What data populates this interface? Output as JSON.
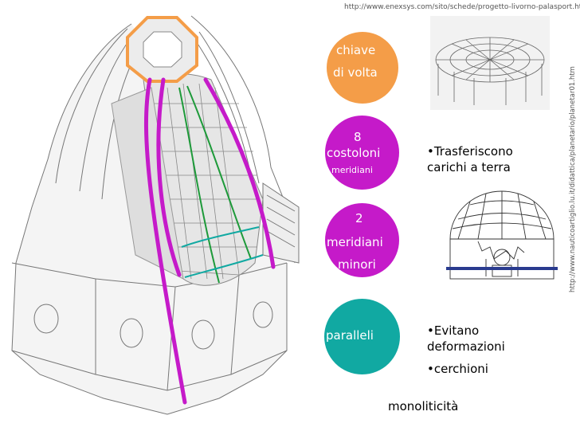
{
  "source_urls": {
    "top": "http://www.enexsys.com/sito/schede/progetto-livorno-palasport.htm",
    "side": "http://www.nauticoartiglio.lu.it/didattica/planetario/planetar01.htm"
  },
  "circles": {
    "chiave": {
      "line1": "chiave",
      "line2": "di volta",
      "color": "#f49d48"
    },
    "costoloni": {
      "line1": "8",
      "line2": "costoloni",
      "line3": "meridiani",
      "color": "#c51ac9"
    },
    "meridiani": {
      "line1": "2",
      "line2": "meridiani",
      "line3": "minori",
      "color": "#c51ac9"
    },
    "paralleli": {
      "line1": "paralleli",
      "color": "#11a9a2"
    }
  },
  "bullets": {
    "trasferiscono": {
      "line1": "•Trasferiscono",
      "line2": "carichi a terra"
    },
    "evitano": {
      "line1": "•Evitano",
      "line2": "deformazioni"
    },
    "cerchioni": "•cerchioni"
  },
  "footer": "monoliticità",
  "colors": {
    "orange": "#f49d48",
    "magenta": "#c51ac9",
    "teal": "#11a9a2",
    "green": "#1e9a3a"
  },
  "images": {
    "dome_section": "cupola-drawing",
    "dome_frame": "geodesic-dome",
    "planetarium": "planetarium-dome"
  }
}
